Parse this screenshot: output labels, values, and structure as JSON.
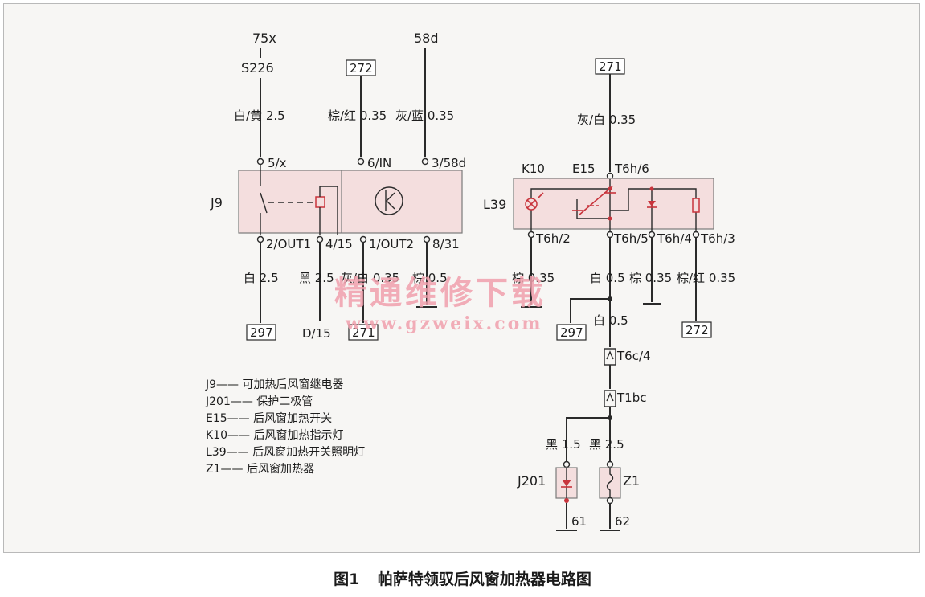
{
  "top_labels": {
    "s226_circuit": "75x",
    "s226_fuse": "S226",
    "ref_272_top": "272",
    "t58d": "58d",
    "ref_271_top": "271"
  },
  "wires": {
    "w_white_yellow": "白/黄 2.5",
    "w_brown_red_035": "棕/红 0.35",
    "w_grey_blue": "灰/蓝 0.35",
    "w_grey_white_top": "灰/白 0.35",
    "w_white_25": "白 2.5",
    "w_black_25": "黑 2.5",
    "w_grey_white_bot": "灰/白 0.35",
    "w_brown_05": "棕 0.5",
    "w_brown_035_l39": "棕 0.35",
    "w_white_05": "白 0.5",
    "w_brown_035": "棕 0.35",
    "w_brown_red_l39": "棕/红 0.35",
    "w_white_05_b": "白 0.5",
    "w_black_15": "黑 1.5",
    "w_black_25_z1": "黑 2.5"
  },
  "pins": {
    "p_5x": "5/x",
    "p_6in": "6/IN",
    "p_358d": "3/58d",
    "p_2out1": "2/OUT1",
    "p_415": "4/15",
    "p_1out2": "1/OUT2",
    "p_831": "8/31",
    "p_t6h6": "T6h/6",
    "p_t6h2": "T6h/2",
    "p_t6h5": "T6h/5",
    "p_t6h4": "T6h/4",
    "p_t6h3": "T6h/3",
    "p_t6c4": "T6c/4",
    "p_t1bc": "T1bc"
  },
  "components": {
    "j9": "J9",
    "l39": "L39",
    "k10": "K10",
    "e15": "E15",
    "j201": "J201",
    "z1": "Z1"
  },
  "bottom_refs": {
    "ref_297_a": "297",
    "d15": "D/15",
    "ref_271_bot": "271",
    "ref_297_b": "297",
    "ref_272_bot": "272",
    "g61": "61",
    "g62": "62"
  },
  "legend": [
    "J9—— 可加热后风窗继电器",
    "J201—— 保护二极管",
    "E15—— 后风窗加热开关",
    "K10—— 后风窗加热指示灯",
    "L39—— 后风窗加热开关照明灯",
    "Z1—— 后风窗加热器"
  ],
  "watermark": {
    "cn": "精通维修下载",
    "url": "www.gzweix.com"
  },
  "caption": {
    "fig": "图1",
    "title": "帕萨特领驭后风窗加热器电路图"
  },
  "colors": {
    "component_fill": "#f4dede",
    "symbol_red": "#c8343c",
    "watermark": "#f1a0ad"
  }
}
